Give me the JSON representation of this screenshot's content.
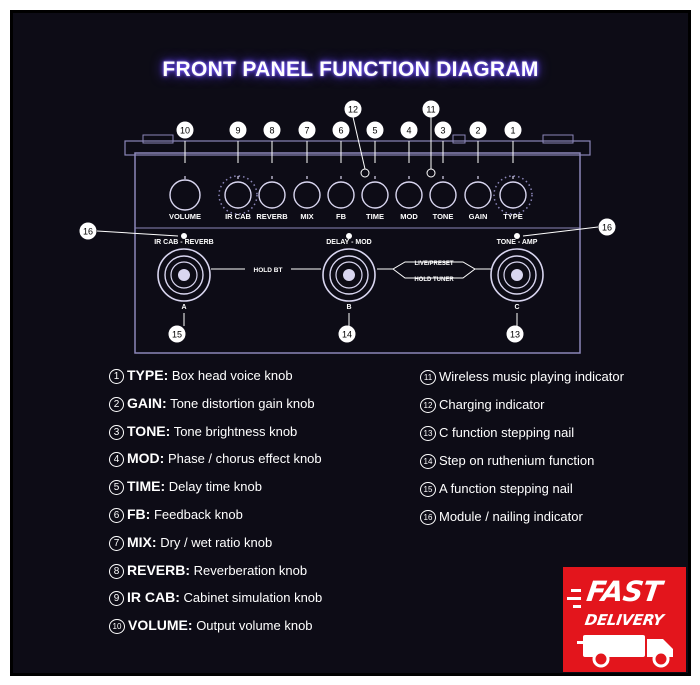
{
  "title": "FRONT PANEL FUNCTION DIAGRAM",
  "knobs": [
    {
      "num": "10",
      "label": "VOLUME"
    },
    {
      "num": "9",
      "label": "IR CAB"
    },
    {
      "num": "8",
      "label": "REVERB"
    },
    {
      "num": "7",
      "label": "MIX"
    },
    {
      "num": "6",
      "label": "FB"
    },
    {
      "num": "5",
      "label": "TIME"
    },
    {
      "num": "4",
      "label": "MOD"
    },
    {
      "num": "3",
      "label": "TONE"
    },
    {
      "num": "2",
      "label": "GAIN"
    },
    {
      "num": "1",
      "label": "TYPE"
    }
  ],
  "indicators": [
    {
      "num": "12",
      "label": "Charging indicator"
    },
    {
      "num": "11",
      "label": "Wireless music playing indicator"
    }
  ],
  "footswitch_labels": {
    "left": "IR CAB - REVERB",
    "middle": "DELAY - MOD",
    "right": "TONE - AMP",
    "hold_bt": "HOLD BT",
    "live_preset": "LIVE/PRESET",
    "hold_tuner": "HOLD TUNER",
    "letters": [
      "A",
      "B",
      "C"
    ]
  },
  "callouts": {
    "left16": "16",
    "right16": "16",
    "c15": "15",
    "c14": "14",
    "c13": "13"
  },
  "legend_left": [
    {
      "num": "1",
      "key": "TYPE:",
      "desc": "Box head voice knob"
    },
    {
      "num": "2",
      "key": "GAIN:",
      "desc": "Tone distortion gain knob"
    },
    {
      "num": "3",
      "key": "TONE:",
      "desc": "Tone brightness knob"
    },
    {
      "num": "4",
      "key": "MOD:",
      "desc": "Phase / chorus effect knob"
    },
    {
      "num": "5",
      "key": "TIME:",
      "desc": "Delay time knob"
    },
    {
      "num": "6",
      "key": "FB:",
      "desc": "Feedback knob"
    },
    {
      "num": "7",
      "key": "MIX:",
      "desc": "Dry / wet ratio knob"
    },
    {
      "num": "8",
      "key": "REVERB:",
      "desc": "Reverberation knob"
    },
    {
      "num": "9",
      "key": "IR CAB:",
      "desc": "Cabinet simulation knob"
    },
    {
      "num": "10",
      "key": "VOLUME:",
      "desc": "Output volume knob"
    }
  ],
  "legend_right": [
    {
      "num": "11",
      "desc": "Wireless music playing indicator"
    },
    {
      "num": "12",
      "desc": "Charging indicator"
    },
    {
      "num": "13",
      "desc": "C function stepping nail"
    },
    {
      "num": "14",
      "desc": "Step on ruthenium function"
    },
    {
      "num": "15",
      "desc": "A function stepping nail"
    },
    {
      "num": "16",
      "desc": "Module / nailing indicator"
    }
  ],
  "badge": {
    "line1": "FAST",
    "line2": "DELIVERY"
  },
  "colors": {
    "background": "#0d0c16",
    "outline": "#8b86b8",
    "accent": "#e3151c",
    "glow": "#6d4cff"
  }
}
